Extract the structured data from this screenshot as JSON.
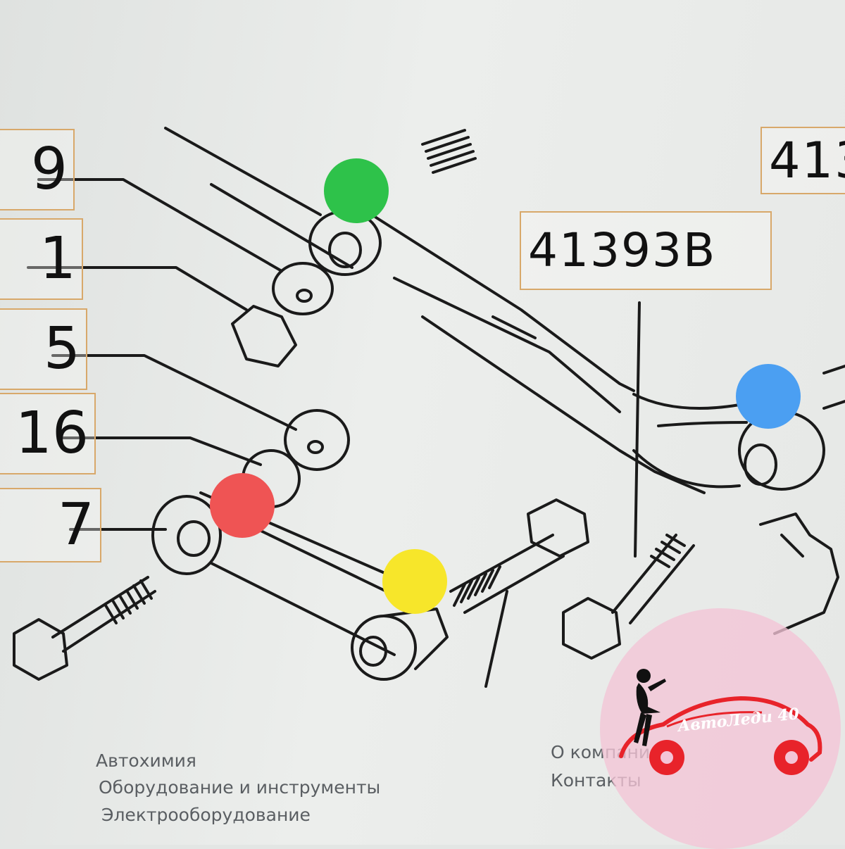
{
  "diagram": {
    "callouts_left": [
      "9",
      "1",
      "5",
      "16",
      "7"
    ],
    "part_number": "41393B",
    "part_number_partial": "413",
    "markers": [
      {
        "name": "marker-green",
        "color": "#2ec24a"
      },
      {
        "name": "marker-blue",
        "color": "#4b9ff2"
      },
      {
        "name": "marker-red",
        "color": "#ef5454"
      },
      {
        "name": "marker-yellow",
        "color": "#f7e62a"
      }
    ]
  },
  "footer": {
    "left_links": [
      "Автохимия",
      "Оборудование и инструменты",
      "Электрооборудование"
    ],
    "right_links": [
      "О компании",
      "Контакты"
    ]
  },
  "watermark": {
    "brand": "АвтоЛеди 40",
    "car_color": "#e8232a",
    "circle_color": "#f4c4d6"
  }
}
